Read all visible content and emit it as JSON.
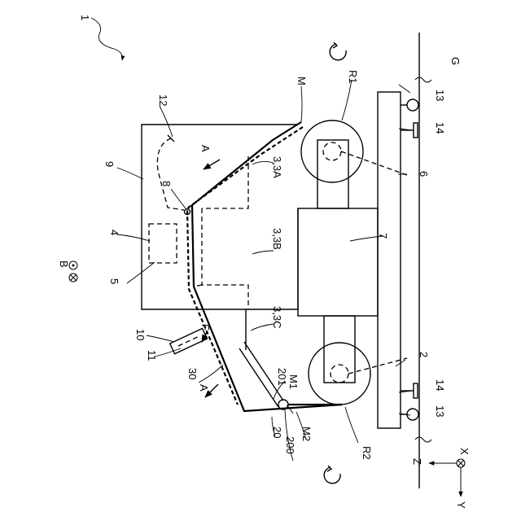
{
  "labels": {
    "device": "1",
    "ground": "G",
    "belt": "M",
    "roller1": "R1",
    "roller2": "R2",
    "roller_axis_1": "2",
    "roller_axis_2": "6",
    "support_block": "7",
    "housing": "9",
    "sensor_unit": "10",
    "sensor_element": "11",
    "cable": "12",
    "wheel_top": "13",
    "wheel_bottom": "13",
    "bracket_top": "14",
    "bracket_bottom": "14",
    "module_4": "4",
    "module_5": "5",
    "connector_8": "8",
    "guide_3A": "3,3A",
    "guide_3B": "3,3B",
    "guide_3C": "3,3C",
    "arm_20": "20",
    "pivot_200": "200",
    "joint_201": "201",
    "part_30": "30",
    "belt_section_1": "M1",
    "belt_section_2": "M2",
    "direction_a_upper": "A",
    "direction_a_lower": "A",
    "force": "F",
    "view_b": "B",
    "axis_x": "X",
    "axis_y": "Y",
    "axis_z": "Z"
  }
}
